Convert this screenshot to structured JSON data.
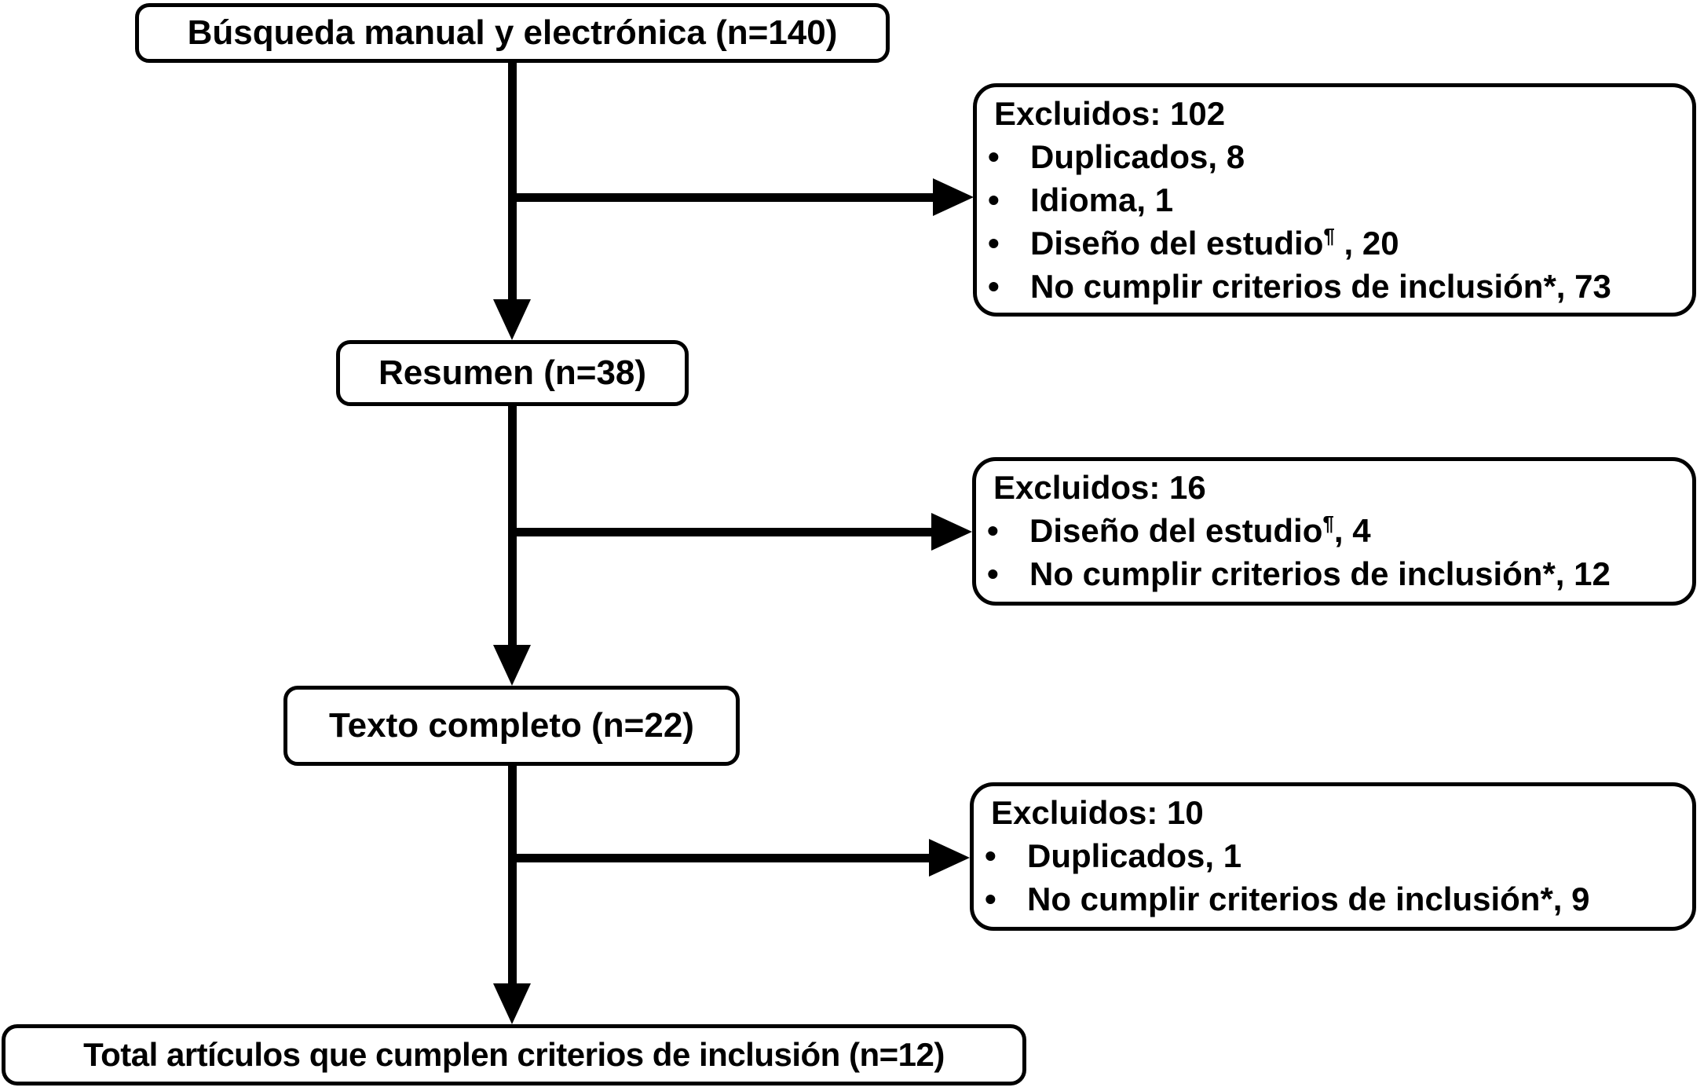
{
  "diagram": {
    "type": "flowchart",
    "background": "#ffffff",
    "line_color": "#000000",
    "text_color": "#000000",
    "bullet_char": "•",
    "nodes": {
      "search": {
        "label": "Búsqueda manual y electrónica (n=140)"
      },
      "excluded1": {
        "title": "Excluidos: 102",
        "items": [
          "Duplicados, 8",
          "Idioma, 1",
          "Diseño del estudio¶ , 20",
          "No cumplir criterios de inclusión*, 73"
        ]
      },
      "abstract": {
        "label": "Resumen (n=38)"
      },
      "excluded2": {
        "title": "Excluidos: 16",
        "items": [
          "Diseño del estudio¶, 4",
          "No cumplir criterios de inclusión*, 12"
        ]
      },
      "fulltext": {
        "label": "Texto completo (n=22)"
      },
      "excluded3": {
        "title": "Excluidos: 10",
        "items": [
          "Duplicados, 1",
          "No cumplir criterios de inclusión*, 9"
        ]
      },
      "total": {
        "label": "Total artículos que cumplen criterios de inclusión (n=12)"
      }
    }
  }
}
